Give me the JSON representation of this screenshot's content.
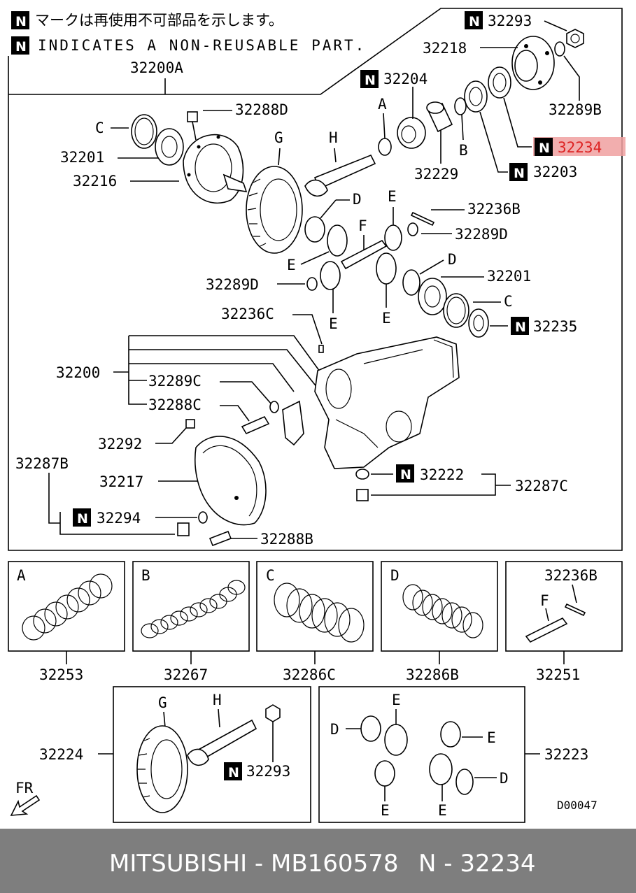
{
  "header": {
    "note_jp": "マークは再使用不可部品を示します。",
    "note_en": "INDICATES A NON-REUSABLE PART.",
    "n_mark": "N"
  },
  "main_assembly": "32200A",
  "labels": {
    "p32293": "32293",
    "p32218": "32218",
    "p32204": "32204",
    "p32289B": "32289B",
    "p32234": "32234",
    "p32203": "32203",
    "p32229": "32229",
    "p32288D": "32288D",
    "p32201a": "32201",
    "p32216": "32216",
    "p32236B": "32236B",
    "p32289Da": "32289D",
    "p32289Db": "32289D",
    "p32201b": "32201",
    "p32235": "32235",
    "p32236C": "32236C",
    "p32200": "32200",
    "p32289C": "32289C",
    "p32288C": "32288C",
    "p32292": "32292",
    "p32287B": "32287B",
    "p32217": "32217",
    "p32294": "32294",
    "p32288B": "32288B",
    "p32222": "32222",
    "p32287C": "32287C",
    "A": "A",
    "B": "B",
    "C": "C",
    "D": "D",
    "E": "E",
    "F": "F",
    "G": "G",
    "H": "H"
  },
  "highlighted_part": "32234",
  "kits": [
    {
      "letter": "A",
      "number": "32253"
    },
    {
      "letter": "B",
      "number": "32267"
    },
    {
      "letter": "C",
      "number": "32286C"
    },
    {
      "letter": "D",
      "number": "32286B"
    },
    {
      "letter": "F",
      "number": "32251",
      "extra": "32236B"
    }
  ],
  "sets": [
    {
      "number": "32224",
      "n_part": "32293"
    },
    {
      "number": "32223"
    }
  ],
  "front_arrow": "FR",
  "drawing_id": "D00047",
  "footer": {
    "brand_part": "MITSUBISHI - MB160578",
    "code": "N - 32234"
  }
}
